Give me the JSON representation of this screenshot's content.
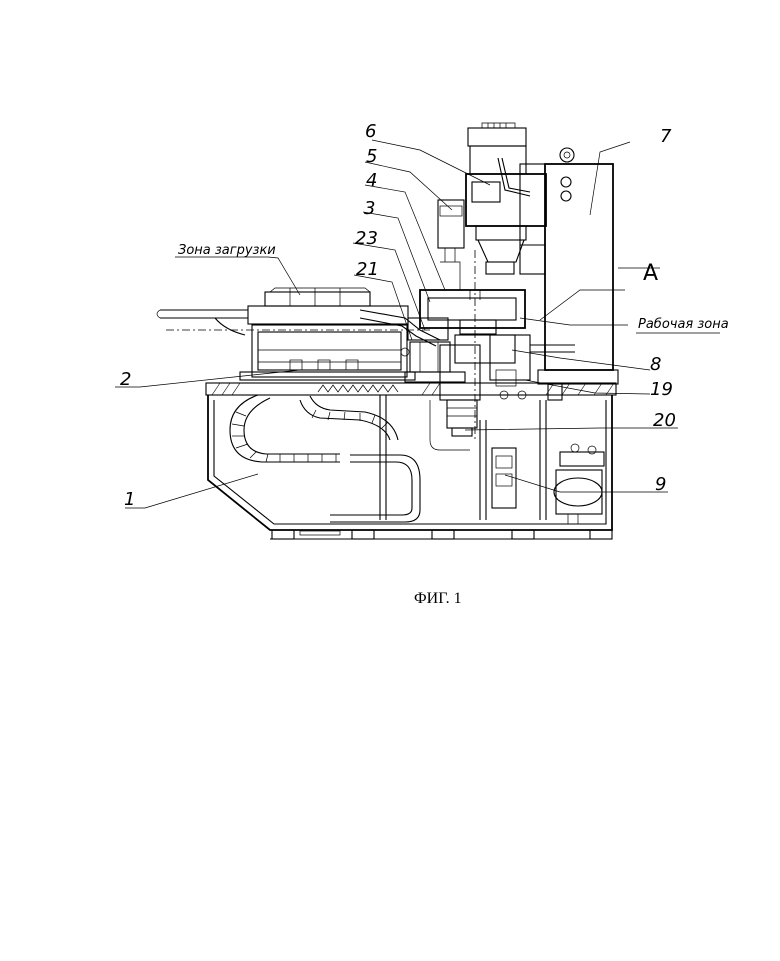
{
  "figure": {
    "caption": "ФИГ. 1",
    "zone_loading": "Зона загрузки",
    "zone_working": "Рабочая зона",
    "view_a": "A"
  },
  "callouts": {
    "n1": "1",
    "n2": "2",
    "n3": "3",
    "n4": "4",
    "n5": "5",
    "n6": "6",
    "n7": "7",
    "n8": "8",
    "n9": "9",
    "n19": "19",
    "n20": "20",
    "n21": "21",
    "n23": "23"
  }
}
